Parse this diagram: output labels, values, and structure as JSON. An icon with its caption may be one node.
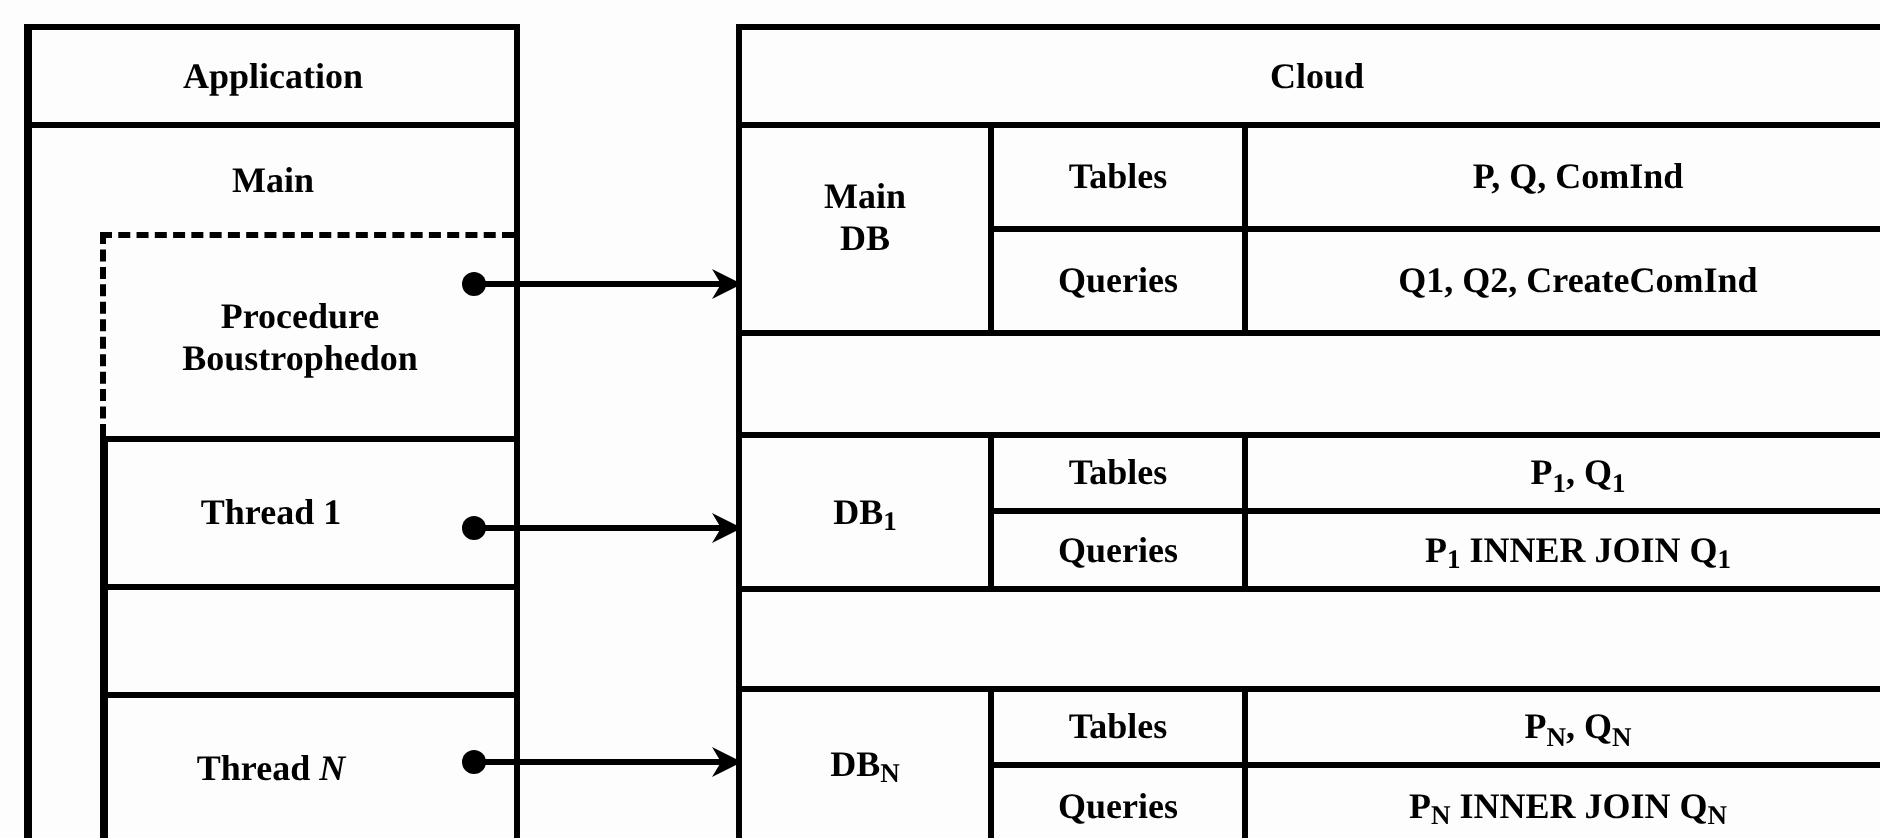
{
  "diagram": {
    "nodes": [
      {
        "text": [
          "Application"
        ]
      },
      {
        "text": [
          "Main"
        ],
        "in": 0
      },
      {
        "text": [
          "Procedure Boustrophedon"
        ],
        "in": 1
      },
      {
        "text": [
          "Thread 1"
        ],
        "in": 1
      },
      {
        "text": [],
        "shape": "box",
        "in": 1
      },
      {
        "text": [
          "Thread *N*"
        ],
        "in": 1
      },
      {
        "text": [
          "Cloud"
        ]
      },
      {
        "text": [
          "Main DB"
        ],
        "in": 6
      },
      {
        "text": [
          "Tables"
        ],
        "in": 6
      },
      {
        "text": [
          "P, Q, ComInd"
        ],
        "in": 6
      },
      {
        "text": [
          "Queries"
        ],
        "in": 6
      },
      {
        "text": [
          "Q1, Q2, CreateComInd"
        ],
        "in": 6
      },
      {
        "text": [],
        "shape": "box",
        "in": 6
      },
      {
        "text": [
          "DB$_{1}$"
        ],
        "in": 6
      },
      {
        "text": [
          "Tables"
        ],
        "in": 6
      },
      {
        "text": [
          "P$_{1}$, Q$_{1}$"
        ],
        "in": 6
      },
      {
        "text": [
          "Queries"
        ],
        "in": 6
      },
      {
        "text": [
          "P$_{1}$ INNER JOIN Q$_{1}$"
        ],
        "in": 6
      },
      {
        "text": [],
        "shape": "box",
        "in": 6
      },
      {
        "text": [
          "DB$_{N}$"
        ],
        "in": 6
      },
      {
        "text": [
          "Tables"
        ],
        "in": 6
      },
      {
        "text": [
          "P$_{N}$, Q$_{N}$"
        ],
        "in": 6
      },
      {
        "text": [
          "Queries"
        ],
        "in": 6
      },
      {
        "text": [
          "P$_{N}$ INNER JOIN Q$_{N}$"
        ],
        "in": 6
      }
    ],
    "edges": [
      {
        "from": 2,
        "to": 7,
        "arrow": "to"
      },
      {
        "from": 3,
        "to": 13,
        "arrow": "to"
      },
      {
        "from": 5,
        "to": 19,
        "arrow": "to"
      }
    ]
  }
}
